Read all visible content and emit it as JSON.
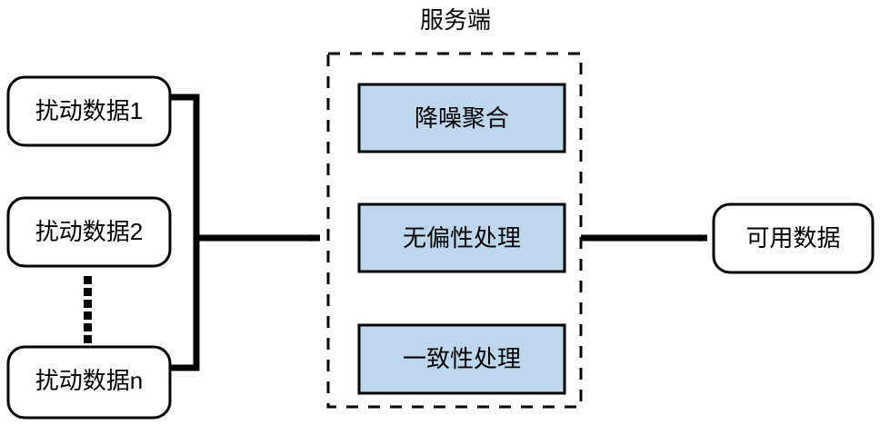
{
  "diagram": {
    "title_text": "服务端",
    "colors": {
      "stroke": "#000000",
      "process_fill": "#bdd7ee",
      "background": "#ffffff",
      "text": "#000000"
    },
    "sources": [
      {
        "id": "src-1",
        "label": "扰动数据1"
      },
      {
        "id": "src-2",
        "label": "扰动数据2"
      },
      {
        "id": "src-n",
        "label": "扰动数据n"
      }
    ],
    "ellipsis": {
      "name": "vertical-ellipsis",
      "dot_count": 6
    },
    "server_group": {
      "label": "服务端",
      "border_style": "dashed",
      "processes": [
        {
          "id": "proc-1",
          "label": "降噪聚合"
        },
        {
          "id": "proc-2",
          "label": "无偏性处理"
        },
        {
          "id": "proc-3",
          "label": "一致性处理"
        }
      ]
    },
    "outputs": [
      {
        "id": "out-1",
        "label": "可用数据"
      }
    ],
    "connectors": [
      {
        "name": "sources-bracket-to-server",
        "type": "bracket-arrow"
      },
      {
        "name": "server-to-output",
        "type": "arrow"
      }
    ]
  }
}
